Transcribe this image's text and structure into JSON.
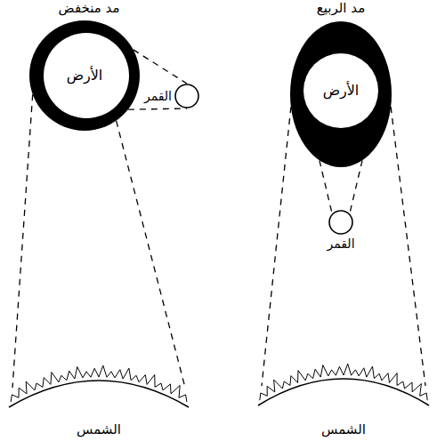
{
  "diagram": {
    "nodes": [
      {
        "text": [
          "الأرض"
        ]
      },
      {
        "text": [
          "القمر"
        ]
      },
      {
        "text": [
          "الشمس"
        ]
      },
      {
        "text": [
          "الأرض"
        ]
      },
      {
        "text": [
          "القمر"
        ]
      },
      {
        "text": [
          "الشمس"
        ]
      }
    ],
    "edges": [
      {
        "from": 0,
        "to": 1,
        "arrow": "none"
      },
      {
        "from": 0,
        "to": 2,
        "arrow": "none"
      },
      {
        "from": 3,
        "to": 4,
        "arrow": "none"
      },
      {
        "from": 3,
        "to": 5,
        "arrow": "none"
      }
    ],
    "labels": [
      "مد منخفض",
      "مد الربيع"
    ]
  }
}
